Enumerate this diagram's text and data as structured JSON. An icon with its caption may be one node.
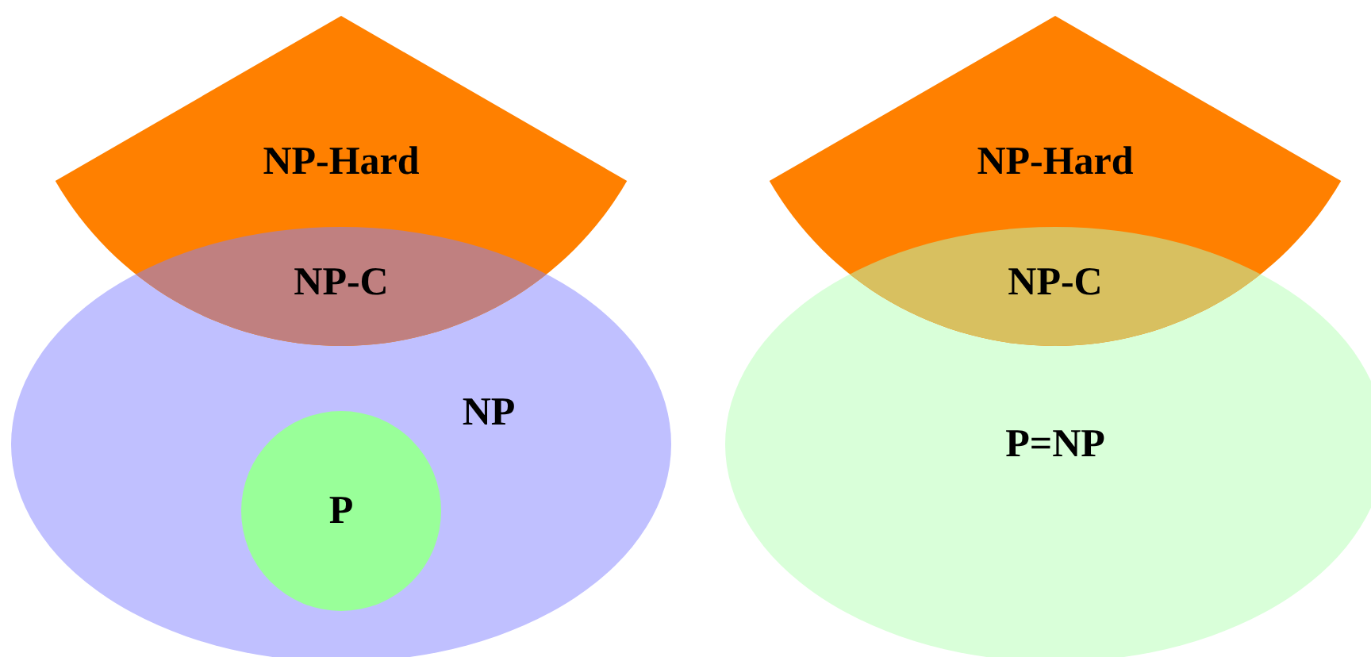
{
  "diagram": {
    "nodes": [
      {
        "text": [
          "NP-Hard"
        ]
      },
      {
        "text": [
          "NP-C"
        ]
      },
      {
        "text": [
          "NP"
        ]
      },
      {
        "text": [
          "P"
        ],
        "in": 2
      },
      {
        "text": [
          "NP-Hard"
        ]
      },
      {
        "text": [
          "NP-C"
        ]
      },
      {
        "text": [
          "P=NP"
        ]
      }
    ]
  }
}
